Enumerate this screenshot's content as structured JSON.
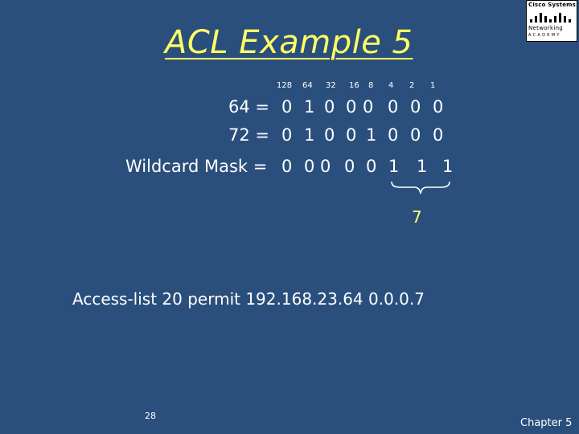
{
  "title": "ACL Example 5",
  "logo": {
    "brand": "Cisco Systems",
    "line1": "Networking",
    "line2": "ACADEMY"
  },
  "bit_positions": [
    "128",
    "64",
    "32",
    "16",
    "8",
    "4",
    "2",
    "1"
  ],
  "rows": [
    {
      "label": "64 =",
      "bits": [
        "0",
        "1",
        "0",
        "0",
        "0",
        "0",
        "0",
        "0"
      ]
    },
    {
      "label": "72 =",
      "bits": [
        "0",
        "1",
        "0",
        "0",
        "1",
        "0",
        "0",
        "0"
      ]
    },
    {
      "label": "Wildcard Mask =",
      "bits": [
        "0",
        "0",
        "0",
        "0",
        "0",
        "1",
        "1",
        "1"
      ]
    }
  ],
  "brace_value": "7",
  "access_list": "Access-list 20 permit 192.168.23.64 0.0.0.7",
  "page_number": "28",
  "footer": "Chapter 5",
  "colors": {
    "background": "#2b4f7c",
    "title": "#ffff66",
    "text": "#ffffff"
  }
}
